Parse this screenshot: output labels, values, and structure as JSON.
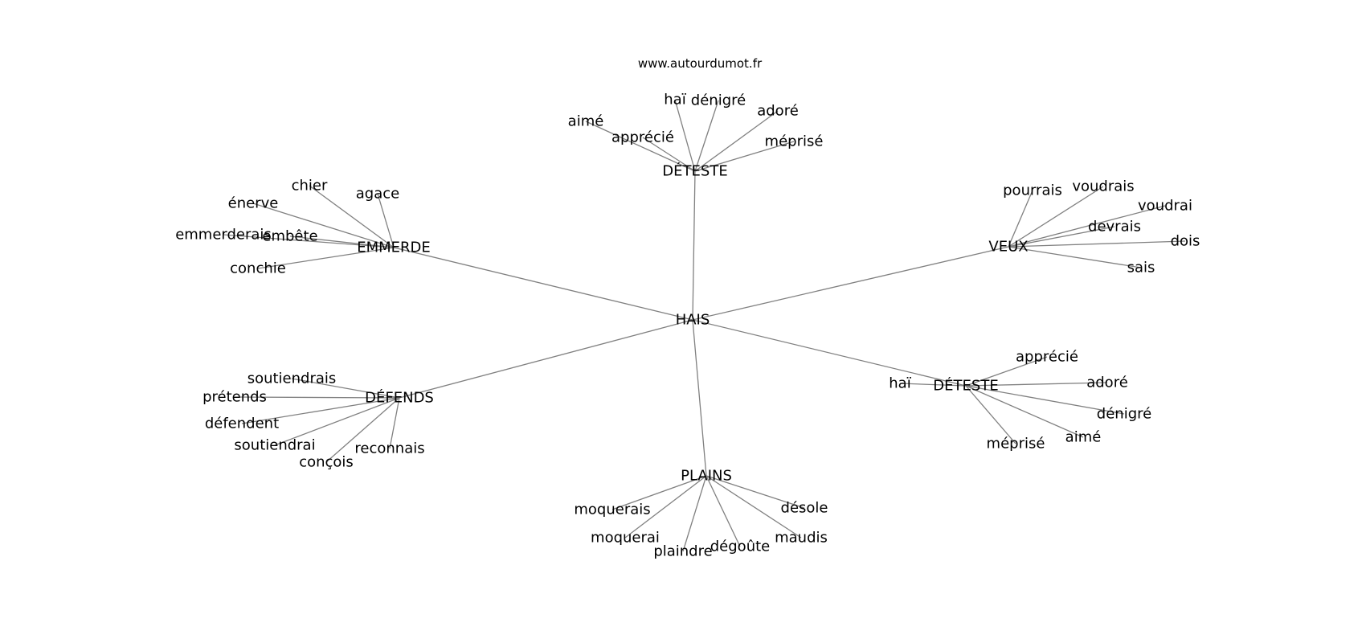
{
  "source": "www.autourdumot.fr",
  "graph": {
    "root": "HAIS",
    "clusters": [
      {
        "word": "DÉTESTE",
        "children": [
          "haï",
          "dénigré",
          "adoré",
          "aimé",
          "apprécié",
          "méprisé"
        ]
      },
      {
        "word": "EMMERDE",
        "children": [
          "chier",
          "agace",
          "énerve",
          "emmerderais",
          "embête",
          "conchie"
        ]
      },
      {
        "word": "VEUX",
        "children": [
          "pourrais",
          "voudrais",
          "voudrai",
          "devrais",
          "dois",
          "sais"
        ]
      },
      {
        "word": "DÉFENDS",
        "children": [
          "soutiendrais",
          "prétends",
          "défendent",
          "soutiendrai",
          "conçois",
          "reconnais"
        ]
      },
      {
        "word": "DÉTESTE",
        "children": [
          "apprécié",
          "haï",
          "adoré",
          "dénigré",
          "aimé",
          "méprisé"
        ]
      },
      {
        "word": "PLAINS",
        "children": [
          "moquerais",
          "désole",
          "moquerai",
          "maudis",
          "plaindre",
          "dégoûte"
        ]
      }
    ]
  }
}
